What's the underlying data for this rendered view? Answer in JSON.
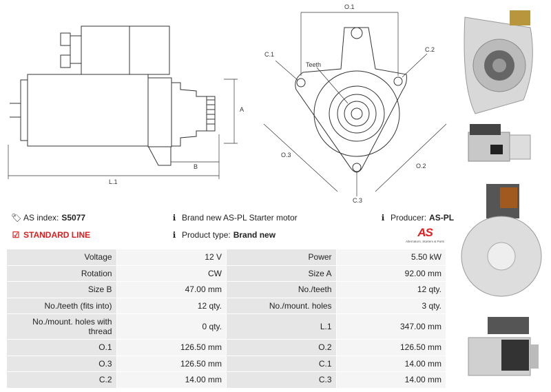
{
  "drawings": {
    "side_view": {
      "dims": [
        "A",
        "B",
        "L.1"
      ]
    },
    "front_view": {
      "dims": [
        "O.1",
        "O.2",
        "O.3",
        "C.1",
        "C.2",
        "C.3"
      ],
      "teeth_label": "Teeth"
    }
  },
  "info": {
    "as_index_label": "AS index:",
    "as_index_value": "S5077",
    "standard_line": "STANDARD LINE",
    "description": "Brand new AS-PL Starter motor",
    "product_type_label": "Product type:",
    "product_type_value": "Brand new",
    "producer_label": "Producer:",
    "producer_value": "AS-PL"
  },
  "logo": {
    "mark": "AS",
    "tagline": "Alternators, Starters & Parts"
  },
  "specs": [
    {
      "l1": "Voltage",
      "v1": "12 V",
      "l2": "Power",
      "v2": "5.50 kW"
    },
    {
      "l1": "Rotation",
      "v1": "CW",
      "l2": "Size A",
      "v2": "92.00 mm"
    },
    {
      "l1": "Size B",
      "v1": "47.00 mm",
      "l2": "No./teeth",
      "v2": "12 qty."
    },
    {
      "l1": "No./teeth (fits into)",
      "v1": "12 qty.",
      "l2": "No./mount. holes",
      "v2": "3 qty."
    },
    {
      "l1": "No./mount. holes with thread",
      "v1": "0 qty.",
      "l2": "L.1",
      "v2": "347.00 mm"
    },
    {
      "l1": "O.1",
      "v1": "126.50 mm",
      "l2": "O.2",
      "v2": "126.50 mm"
    },
    {
      "l1": "O.3",
      "v1": "126.50 mm",
      "l2": "C.1",
      "v2": "14.00 mm"
    },
    {
      "l1": "C.2",
      "v1": "14.00 mm",
      "l2": "C.3",
      "v2": "14.00 mm"
    }
  ],
  "colors": {
    "accent": "#d52020",
    "label_bg": "#e6e6e6",
    "value_bg": "#f5f5f5"
  }
}
